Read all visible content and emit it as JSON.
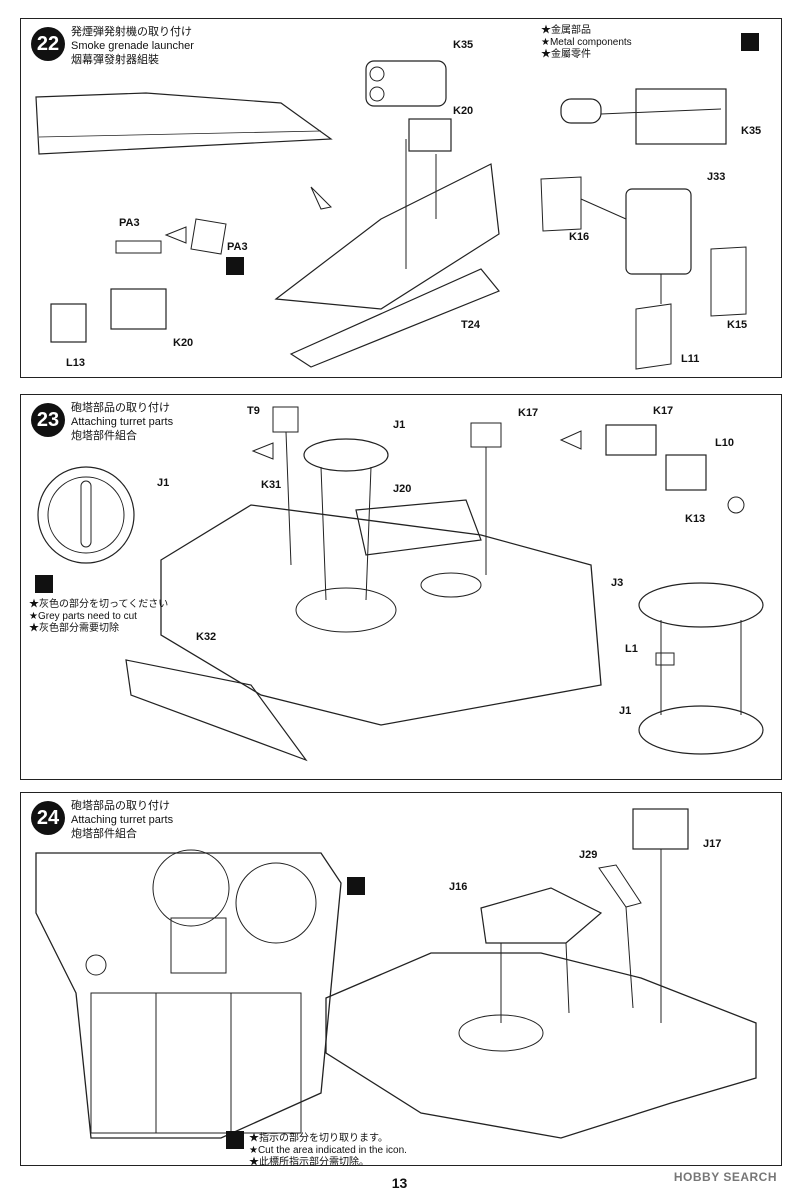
{
  "steps": [
    {
      "number": "22",
      "title_ja": "発煙弾発射機の取り付け",
      "title_en": "Smoke grenade launcher",
      "title_zh": "烟幕彈發射器組裝",
      "parts": [
        "K35",
        "K20",
        "PA3",
        "PA3",
        "K20",
        "L13",
        "T24",
        "K35",
        "J33",
        "K16",
        "K15",
        "L11"
      ],
      "notes": {
        "metal_ja": "★金属部品",
        "metal_en": "★Metal components",
        "metal_zh": "★金屬零件"
      }
    },
    {
      "number": "23",
      "title_ja": "砲塔部品の取り付け",
      "title_en": "Attaching turret parts",
      "title_zh": "炮塔部件組合",
      "parts": [
        "T9",
        "J1",
        "K17",
        "K17",
        "L10",
        "K13",
        "J1",
        "K31",
        "J20",
        "J3",
        "L1",
        "J1",
        "K32"
      ],
      "notes": {
        "grey_ja": "★灰色の部分を切ってください",
        "grey_en": "★Grey parts need to cut",
        "grey_zh": "★灰色部分需要切除"
      }
    },
    {
      "number": "24",
      "title_ja": "砲塔部品の取り付け",
      "title_en": "Attaching turret parts",
      "title_zh": "炮塔部件組合",
      "parts": [
        "J17",
        "J29",
        "J16"
      ],
      "notes": {
        "cut_ja": "★指示の部分を切り取ります。",
        "cut_en": "★Cut the area indicated in the icon.",
        "cut_zh": "★此標所指示部分需切除。"
      }
    }
  ],
  "page_number": "13",
  "watermark": "HOBBY SEARCH",
  "icons": [
    "metal-part-icon",
    "cut-icon"
  ]
}
